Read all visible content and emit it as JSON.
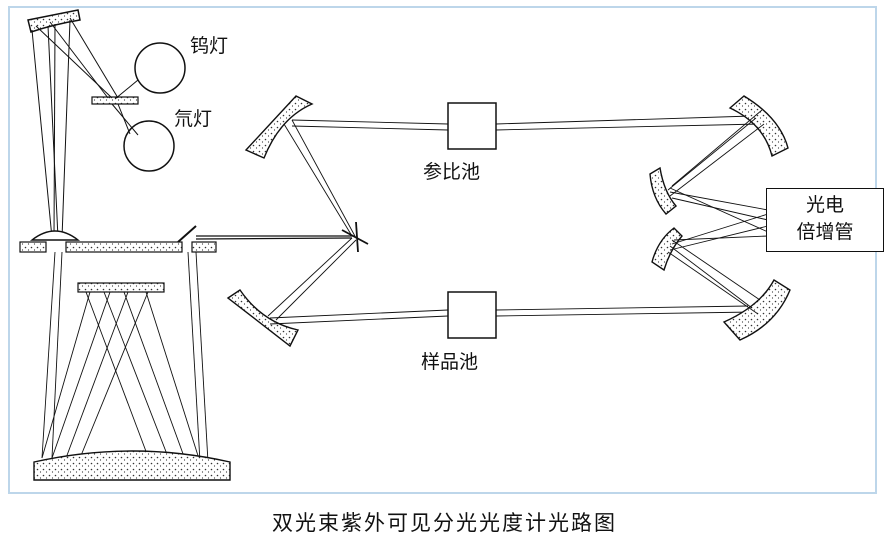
{
  "labels": {
    "tungsten_lamp": "钨灯",
    "deuterium_lamp": "氘灯",
    "reference_cell": "参比池",
    "sample_cell": "样品池",
    "pmt_line1": "光电",
    "pmt_line2": "倍增管"
  },
  "caption": "双光束紫外可见分光光度计光路图",
  "colors": {
    "line": "#111111",
    "frame": "#bdd6ea",
    "background": "#ffffff"
  }
}
